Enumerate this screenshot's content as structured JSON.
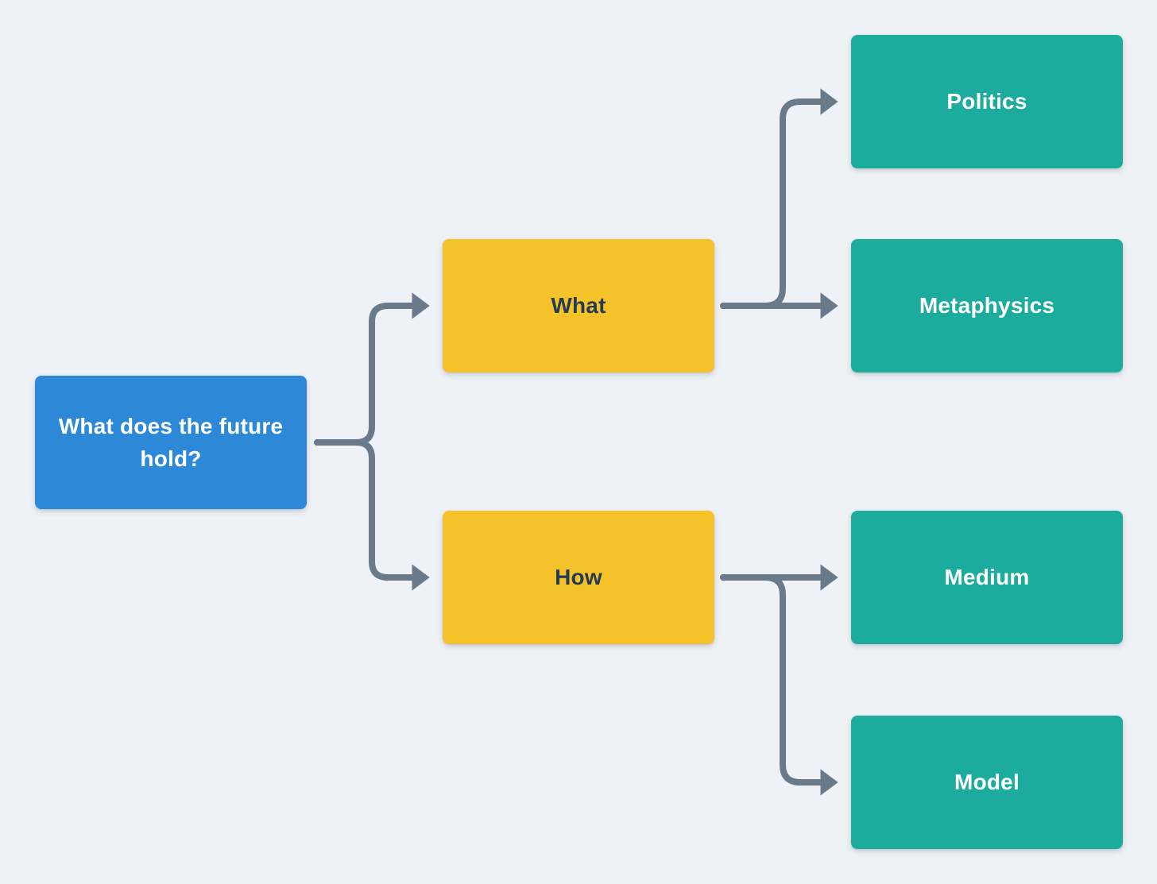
{
  "page": {
    "background": "#eef1f5"
  },
  "diagram": {
    "type": "flowchart",
    "direction": "left-to-right",
    "connector_color": "#6a7a8b",
    "nodes": {
      "root": {
        "label": "What does the future hold?",
        "fill": "#2e88d8",
        "text_color": "#ffffff"
      },
      "what": {
        "label": "What",
        "fill": "#f6c229",
        "text_color": "#243b53"
      },
      "how": {
        "label": "How",
        "fill": "#f6c229",
        "text_color": "#243b53"
      },
      "politics": {
        "label": "Politics",
        "fill": "#1cac9e",
        "text_color": "#ffffff"
      },
      "metaphysics": {
        "label": "Metaphysics",
        "fill": "#1cac9e",
        "text_color": "#ffffff"
      },
      "medium": {
        "label": "Medium",
        "fill": "#1cac9e",
        "text_color": "#ffffff"
      },
      "model": {
        "label": "Model",
        "fill": "#1cac9e",
        "text_color": "#ffffff"
      }
    },
    "edges": [
      {
        "from": "root",
        "to": "what"
      },
      {
        "from": "root",
        "to": "how"
      },
      {
        "from": "what",
        "to": "politics"
      },
      {
        "from": "what",
        "to": "metaphysics"
      },
      {
        "from": "how",
        "to": "medium"
      },
      {
        "from": "how",
        "to": "model"
      }
    ]
  }
}
